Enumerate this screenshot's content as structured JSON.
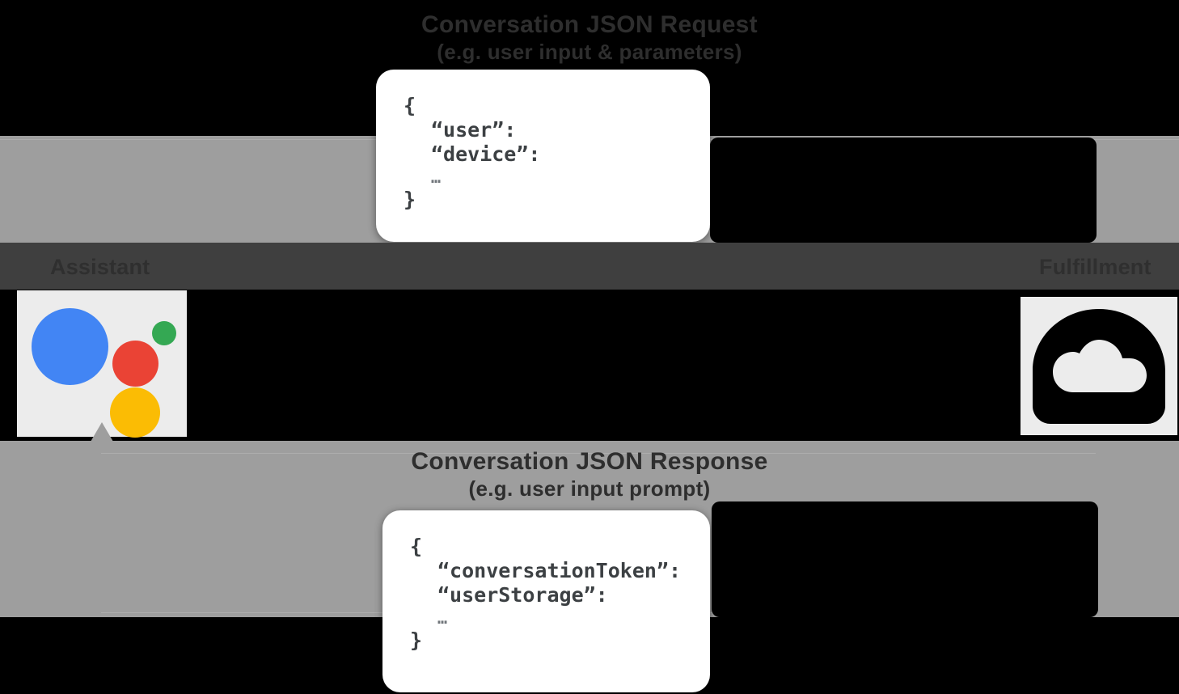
{
  "diagram": {
    "title": "Conversation JSON Request",
    "background_color": "#000000",
    "band_color": "#9e9e9e",
    "strip_color": "#3f3f3f"
  },
  "request_flow": {
    "caption_title": "Conversation JSON Request",
    "caption_subtitle": "(e.g. user input & parameters)",
    "json_lines": [
      "{",
      "“user”:",
      "“device”:",
      "…",
      "}"
    ]
  },
  "response_flow": {
    "caption_title": "Conversation JSON Response",
    "caption_subtitle": "(e.g. user input prompt)",
    "json_lines": [
      "{",
      "“conversationToken”:",
      "“userStorage”:",
      "…",
      "}"
    ]
  },
  "endpoints": {
    "left": {
      "label": "Assistant",
      "icon": "google-assistant-logo",
      "colors": {
        "blue": "#4285f4",
        "red": "#ea4335",
        "green": "#34a853",
        "yellow": "#fbbc04"
      }
    },
    "right": {
      "label": "Fulfillment",
      "icon": "cloud-functions-icon",
      "color": "#000000"
    }
  }
}
